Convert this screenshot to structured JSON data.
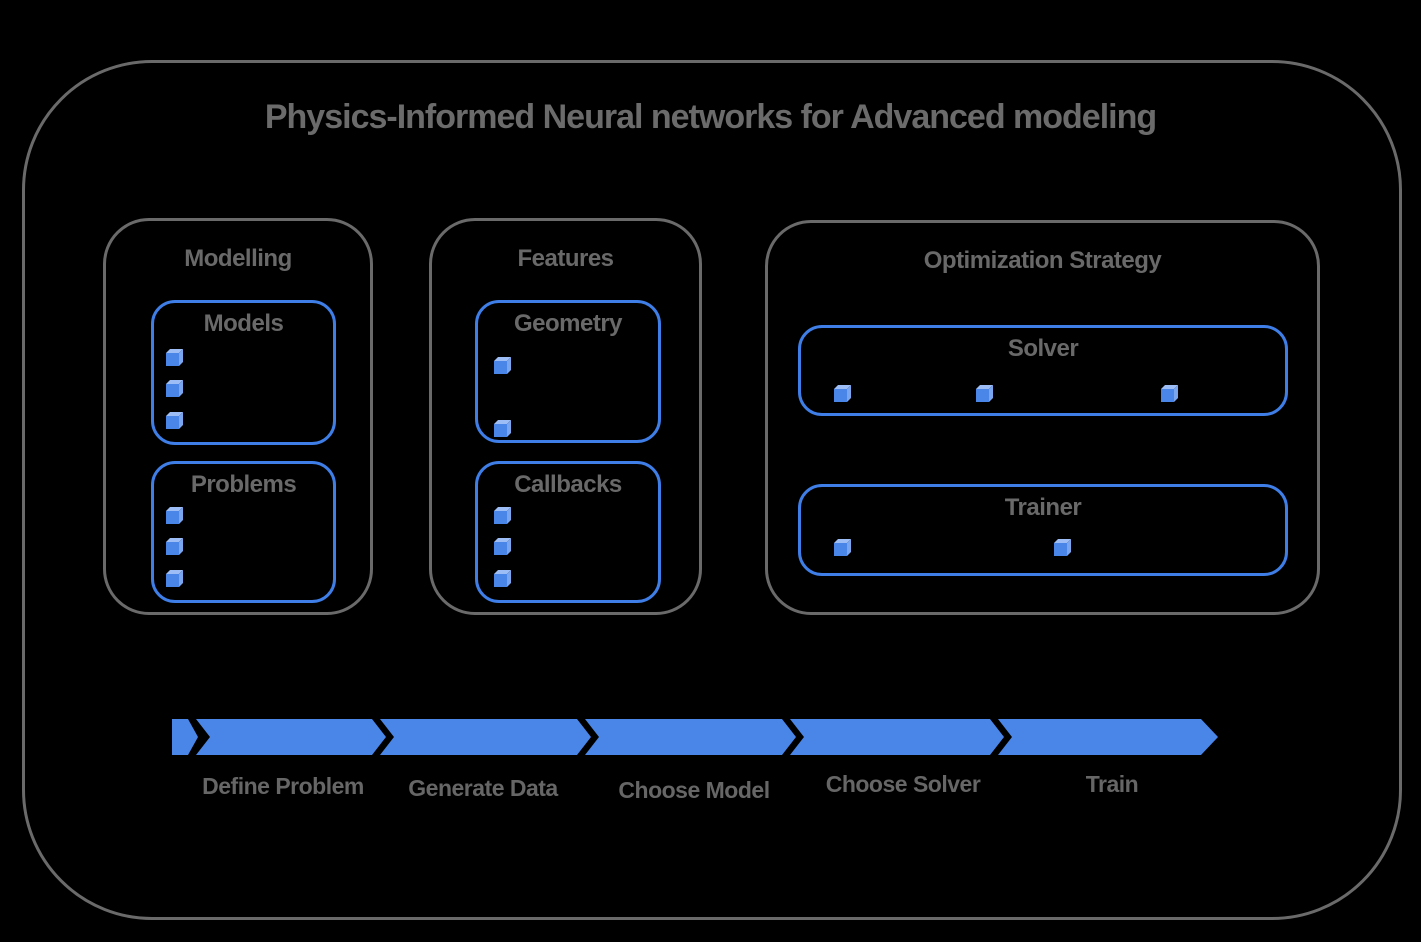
{
  "title": "Physics-Informed Neural networks for Advanced modeling",
  "sections": {
    "modelling": {
      "label": "Modelling",
      "boxes": {
        "models": {
          "label": "Models",
          "cube_count": 3
        },
        "problems": {
          "label": "Problems",
          "cube_count": 3
        }
      }
    },
    "features": {
      "label": "Features",
      "boxes": {
        "geometry": {
          "label": "Geometry",
          "cube_count": 2
        },
        "callbacks": {
          "label": "Callbacks",
          "cube_count": 3
        }
      }
    },
    "optimization": {
      "label": "Optimization Strategy",
      "boxes": {
        "solver": {
          "label": "Solver",
          "cube_count": 3
        },
        "trainer": {
          "label": "Trainer",
          "cube_count": 2
        }
      }
    }
  },
  "flow": {
    "steps": [
      "Define Problem",
      "Generate Data",
      "Choose Model",
      "Choose Solver",
      "Train"
    ]
  },
  "icons": {
    "bullet": "cube-icon"
  },
  "colors": {
    "accent_blue": "#4a86e8",
    "border_blue": "#3e7ee6",
    "cube_top_blue": "#9cbdf5",
    "gray": "#6b6b6b",
    "background": "#000000"
  }
}
